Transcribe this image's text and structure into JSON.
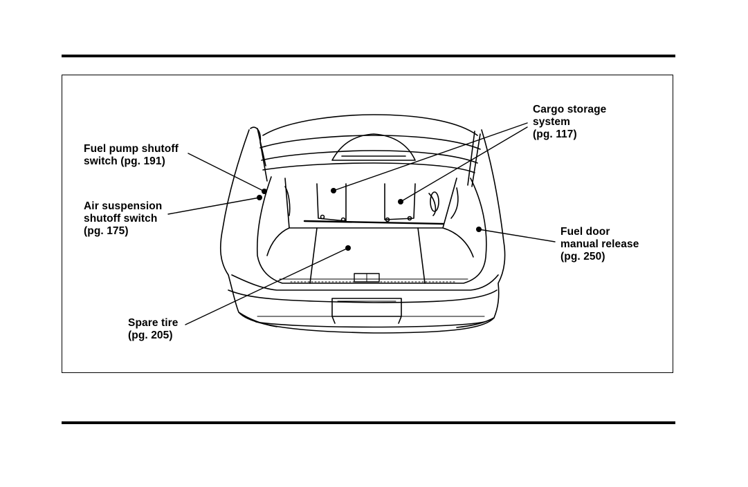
{
  "figure": {
    "callouts": {
      "cargo_storage": {
        "lines": [
          "Cargo storage",
          "system",
          "(pg. 117)"
        ]
      },
      "fuel_pump": {
        "lines": [
          "Fuel pump shutoff",
          "switch (pg. 191)"
        ]
      },
      "air_suspension": {
        "lines": [
          "Air suspension",
          "shutoff switch",
          "(pg. 175)"
        ]
      },
      "fuel_door": {
        "lines": [
          "Fuel door",
          "manual release",
          "(pg. 250)"
        ]
      },
      "spare_tire": {
        "lines": [
          "Spare tire",
          "(pg. 205)"
        ]
      }
    }
  }
}
